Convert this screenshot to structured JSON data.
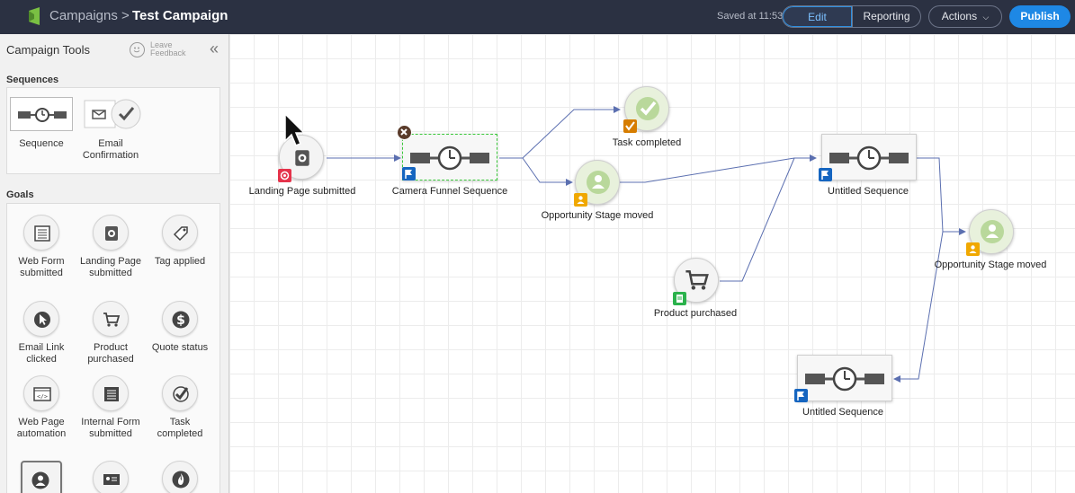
{
  "header": {
    "breadcrumb_parent": "Campaigns",
    "breadcrumb_separator": ">",
    "campaign_name": "Test Campaign",
    "saved_status": "Saved at 11:53",
    "edit_label": "Edit",
    "reporting_label": "Reporting",
    "actions_label": "Actions",
    "publish_label": "Publish"
  },
  "sidebar": {
    "title": "Campaign Tools",
    "feedback_label": "Leave Feedback",
    "sequences_heading": "Sequences",
    "sequences": [
      "Sequence",
      "Email Confirmation"
    ],
    "goals_heading": "Goals",
    "goals": [
      "Web Form submitted",
      "Landing Page submitted",
      "Tag applied",
      "Email Link clicked",
      "Product purchased",
      "Quote status",
      "Web Page automation",
      "Internal Form submitted",
      "Task completed"
    ]
  },
  "canvas": {
    "nodes": {
      "landing_page": "Landing Page submitted",
      "camera_funnel": "Camera Funnel Sequence",
      "task_completed": "Task completed",
      "opportunity_1": "Opportunity Stage moved",
      "untitled_1": "Untitled Sequence",
      "opportunity_2": "Opportunity Stage moved",
      "product_purchased": "Product purchased",
      "untitled_2": "Untitled Sequence"
    }
  },
  "colors": {
    "topbar": "#2b3142",
    "accent": "#1e88e5",
    "wire": "#5b6fb0",
    "selection": "#3bc73b"
  }
}
